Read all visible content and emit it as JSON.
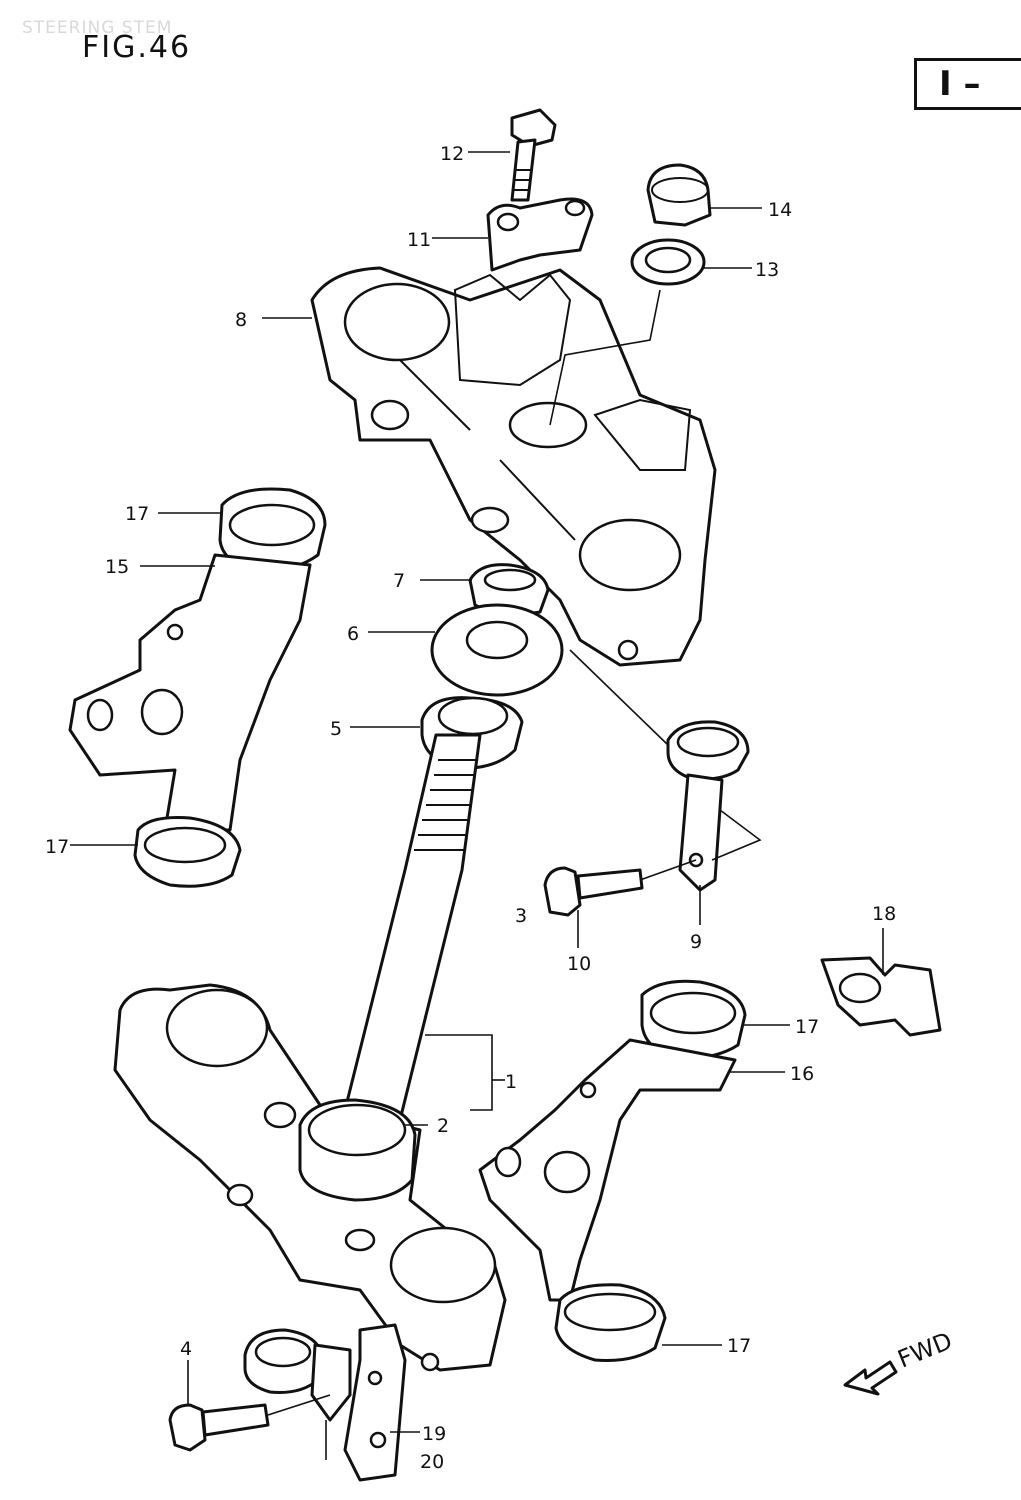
{
  "watermark": "STEERING STEM",
  "figure_title": "FIG.46",
  "section_marker": "I –",
  "callouts": {
    "p1": "1",
    "p2": "2",
    "p4": "4",
    "p5": "5",
    "p6": "6",
    "p7": "7",
    "p8": "8",
    "p9": "9",
    "p10": "10",
    "p11": "11",
    "p12": "12",
    "p13": "13",
    "p14": "14",
    "p15": "15",
    "p16": "16",
    "p17a": "17",
    "p17b": "17",
    "p17c": "17",
    "p17d": "17",
    "p18": "18",
    "p19": "19",
    "p20": "20",
    "p3": "3"
  },
  "direction_label": "FWD"
}
